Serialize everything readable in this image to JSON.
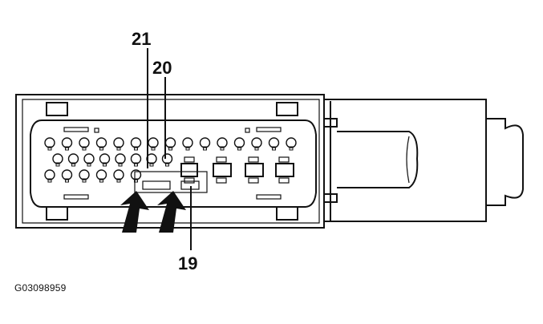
{
  "diagram": {
    "callouts": [
      {
        "id": "c21",
        "label": "21"
      },
      {
        "id": "c20",
        "label": "20"
      },
      {
        "id": "c19",
        "label": "19"
      }
    ],
    "figure_id": "G03098959"
  },
  "colors": {
    "ink": "#111111",
    "background": "#ffffff"
  }
}
